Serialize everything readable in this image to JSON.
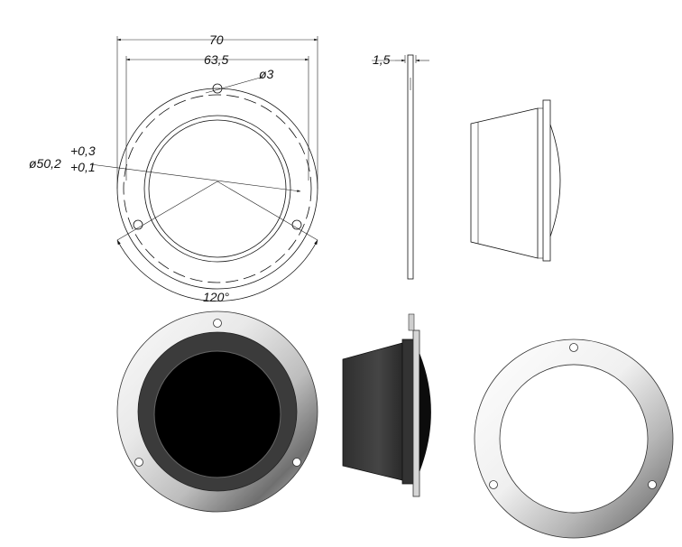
{
  "dimensions": {
    "outer_diameter": "70",
    "hole_circle": "63,5",
    "hole_diameter": "ø3",
    "bore_tol_upper": "+0,3",
    "bore_label": "ø50,2",
    "bore_tol_lower": "+0,1",
    "hole_angle": "120°",
    "flange_thickness": "1,5"
  },
  "colors": {
    "line": "#111111",
    "body_dark": "#3a3a3a",
    "lens_black": "#000000",
    "metal_light": "#f4f4f4",
    "metal_dark": "#7a7a7a"
  }
}
